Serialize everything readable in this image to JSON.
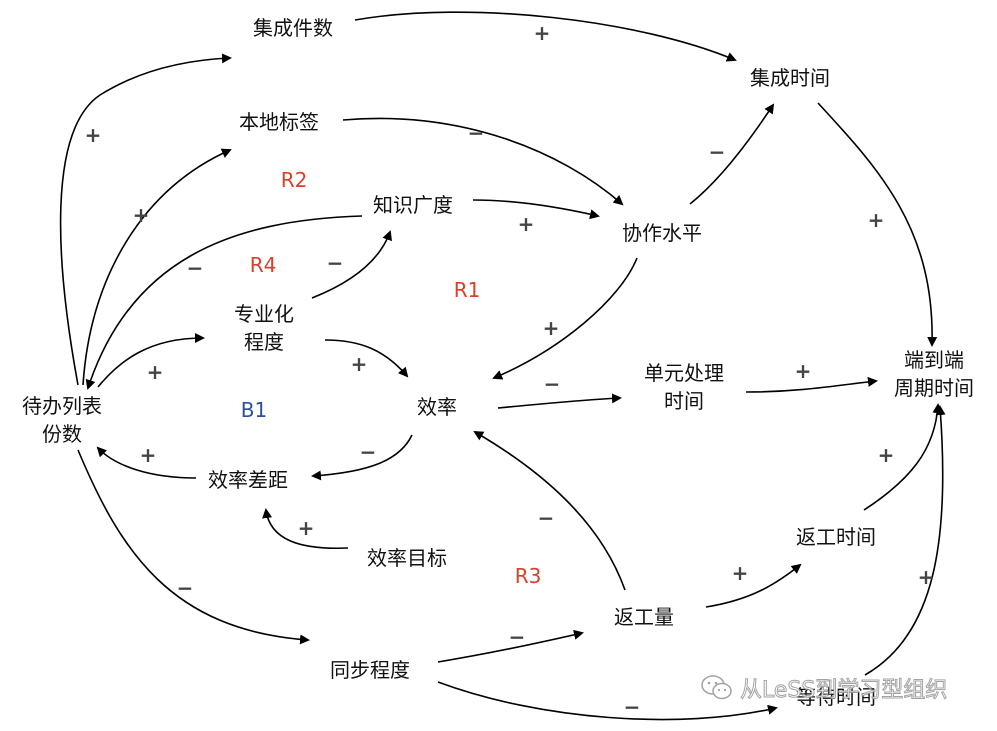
{
  "nodes": {
    "jicheng_jianshu": "集成件数",
    "jicheng_shijian": "集成时间",
    "bendi_biaoqian": "本地标签",
    "zhishi_guangdu": "知识广度",
    "xiezuo_shuiping": "协作水平",
    "zhuanyehua_line1": "专业化",
    "zhuanyehua_line2": "程度",
    "xiaolv": "效率",
    "danyuan_line1": "单元处理",
    "danyuan_line2": "时间",
    "duandaoduan_line1": "端到端",
    "duandaoduan_line2": "周期时间",
    "daiban_line1": "待办列表",
    "daiban_line2": "份数",
    "xiaolv_chaju": "效率差距",
    "xiaolv_mubiao": "效率目标",
    "fangong_shijian": "返工时间",
    "fangong_liang": "返工量",
    "tongbu_chengdu": "同步程度",
    "dengdai_shijian": "等待时间"
  },
  "loops": {
    "r1": "R1",
    "r2": "R2",
    "r3": "R3",
    "r4": "R4",
    "b1": "B1"
  },
  "signs": {
    "s01": "+",
    "s02": "+",
    "s03": "−",
    "s04": "−",
    "s05": "+",
    "s06": "+",
    "s07": "+",
    "s08": "−",
    "s09": "−",
    "s10": "+",
    "s11": "+",
    "s12": "−",
    "s13": "+",
    "s14": "+",
    "s15": "−",
    "s16": "+",
    "s17": "−",
    "s18": "+",
    "s19": "+",
    "s20": "−",
    "s21": "−",
    "s22": "+",
    "s23": "−"
  },
  "colors": {
    "reinforcing_loop": "#d9402b",
    "balancing_loop": "#2a4fa8",
    "arrow": "#000000",
    "sign": "#444444"
  },
  "watermark": {
    "icon": "wechat-icon",
    "text": "从LeSS到学习型组织"
  }
}
